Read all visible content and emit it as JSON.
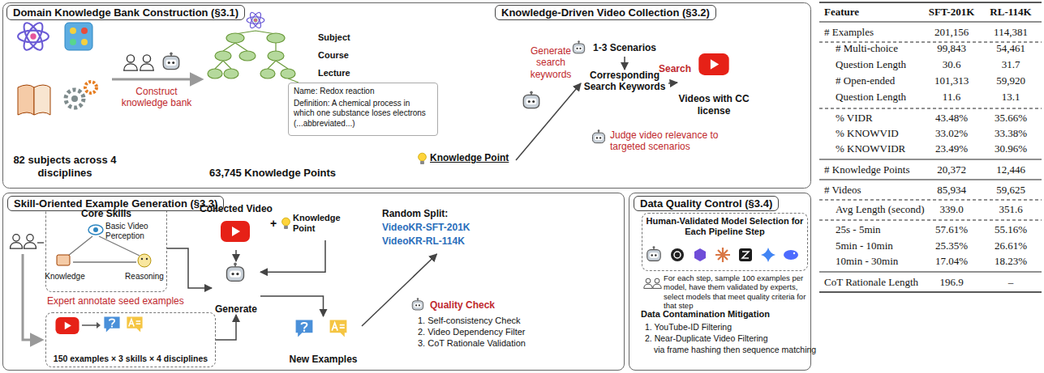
{
  "diagram": {
    "nodes": [
      {
        "text": [
          "Domain Knowledge Bank Construction (§3.1)"
        ]
      },
      {
        "text": [
          "Knowledge-Driven Video Collection (§3.2)"
        ]
      },
      {
        "text": [
          "Skill-Oriented Example Generation (§3.3)"
        ]
      },
      {
        "text": [
          "Data Quality Control (§3.4)"
        ]
      },
      {
        "text": [
          "Name: Redox reaction",
          "Definition: A chemical process in which one substance loses electrons (...abbreviated...)"
        ],
        "in": 0
      },
      {
        "text": [
          "Knowledge Point"
        ],
        "in": 0
      },
      {
        "text": [
          "1-3 Scenarios"
        ],
        "in": 1
      },
      {
        "text": [
          "Corresponding Search Keywords"
        ],
        "in": 1
      },
      {
        "text": [
          "Videos with CC license"
        ],
        "in": 1
      },
      {
        "text": [
          "Core Skills"
        ],
        "in": 2
      },
      {
        "text": [
          "150 examples × 3 skills × 4 disciplines"
        ],
        "in": 2
      },
      {
        "text": [
          "Collected Video"
        ],
        "in": 2
      },
      {
        "text": [
          "Knowledge Point"
        ],
        "in": 2
      },
      {
        "text": [
          "Generate"
        ],
        "in": 2
      },
      {
        "text": [
          "New Examples"
        ],
        "in": 2
      },
      {
        "text": [
          "Random Split:",
          "VideoKR-SFT-201K",
          "VideoKR-RL-114K"
        ],
        "in": 2
      },
      {
        "text": [
          "Human-Validated Model Selection for Each Pipeline Step"
        ],
        "in": 3
      }
    ],
    "edges": [
      {
        "from": 5,
        "to": 7,
        "arrow": "to"
      },
      {
        "from": 6,
        "to": 7,
        "arrow": "to"
      },
      {
        "from": 7,
        "to": 8,
        "arrow": "to"
      },
      {
        "from": 9,
        "to": 13,
        "arrow": "to"
      },
      {
        "from": 10,
        "to": 13,
        "arrow": "to"
      },
      {
        "from": 11,
        "to": 13,
        "arrow": "to"
      },
      {
        "from": 12,
        "to": 13,
        "arrow": "to"
      },
      {
        "from": 13,
        "to": 14,
        "arrow": "to"
      },
      {
        "from": 14,
        "to": 15,
        "arrow": "to"
      }
    ],
    "labels": [
      "82 subjects across 4 disciplines",
      "Construct knowledge bank",
      "Subject",
      "Course",
      "Lecture",
      "63,745 Knowledge Points",
      "Generate search keywords",
      "Search",
      "Judge video relevance to targeted scenarios",
      "Basic Video Perception",
      "Knowledge",
      "Reasoning",
      "Expert annotate seed examples",
      "+",
      "Quality Check",
      "1. Self-consistency Check",
      "2. Video Dependency Filter",
      "3. CoT Rationale Validation",
      "For each step, sample 100 examples per model, have them validated by experts, select models that meet quality criteria for that step",
      "Data Contamination Mitigation",
      "1. YouTube-ID Filtering",
      "2. Near-Duplicate Video Filtering",
      "via frame hashing then sequence matching",
      "Feature",
      "SFT-201K",
      "RL-114K",
      "# Examples",
      "201,156",
      "114,381",
      "# Multi-choice",
      "99,843",
      "54,461",
      "Question Length",
      "30.6",
      "31.7",
      "# Open-ended",
      "101,313",
      "59,920",
      "Question Length",
      "11.6",
      "13.1",
      "% VIDR",
      "43.48%",
      "35.66%",
      "% KNOWVID",
      "33.02%",
      "33.38%",
      "% KNOWVIDR",
      "23.49%",
      "30.96%",
      "# Knowledge Points",
      "20,372",
      "12,446",
      "# Videos",
      "85,934",
      "59,625",
      "Avg Length (second)",
      "339.0",
      "351.6",
      "25s - 5min",
      "57.61%",
      "55.16%",
      "5min - 10min",
      "25.35%",
      "26.61%",
      "10min - 30min",
      "17.04%",
      "18.23%",
      "CoT Rationale Length",
      "196.9",
      "–"
    ]
  }
}
